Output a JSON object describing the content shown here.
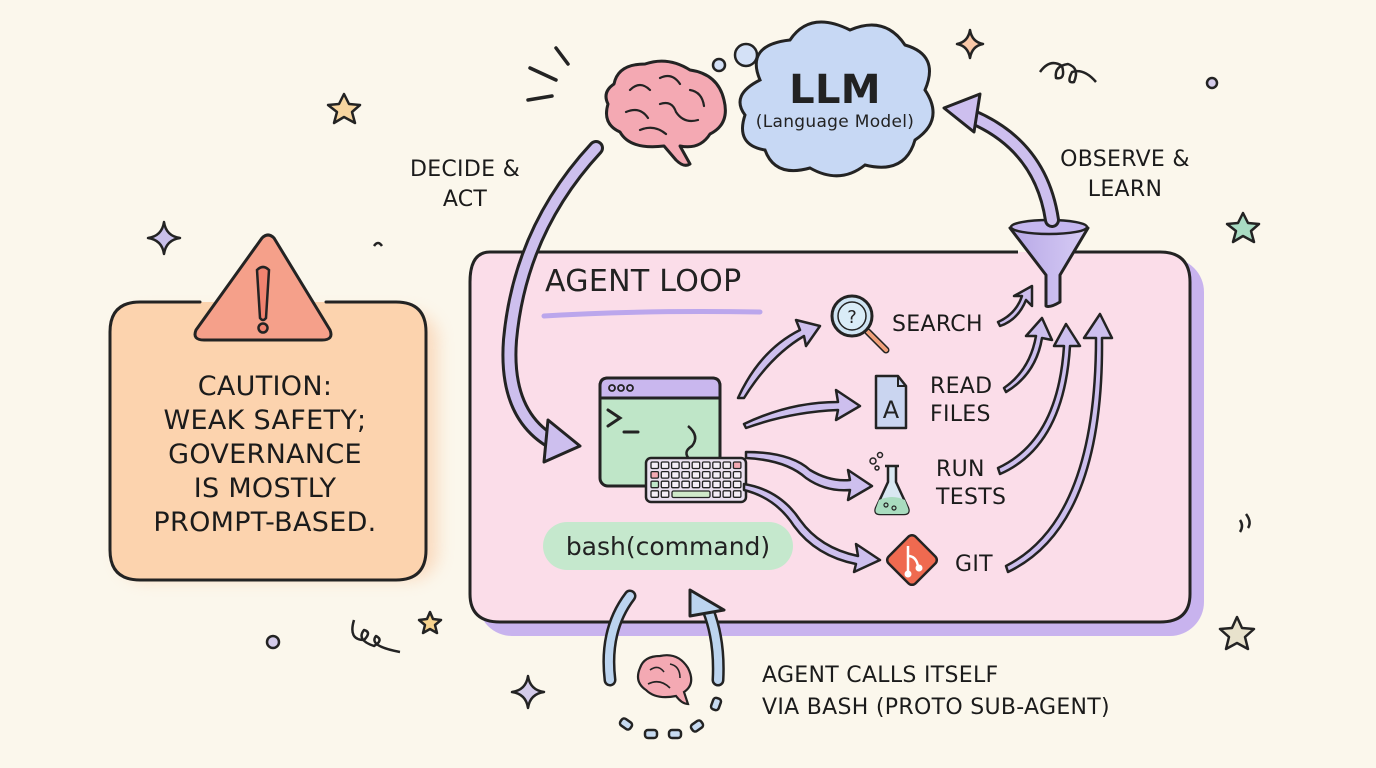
{
  "caution": {
    "lines": [
      "CAUTION:",
      "WEAK SAFETY;",
      "GOVERNANCE",
      "IS MOSTLY",
      "PROMPT-BASED."
    ],
    "icon": "warning-triangle-icon"
  },
  "llm": {
    "title": "LLM",
    "subtitle": "(Language Model)",
    "icon": "brain-icon"
  },
  "edges": {
    "decide": [
      "DECIDE &",
      "ACT"
    ],
    "observe": [
      "OBSERVE &",
      "LEARN"
    ]
  },
  "agent_loop": {
    "title": "AGENT LOOP",
    "bash_label": "bash(command)",
    "tools": [
      {
        "name": "search",
        "lines": [
          "SEARCH"
        ],
        "icon": "magnifier-icon"
      },
      {
        "name": "read-files",
        "lines": [
          "READ",
          "FILES"
        ],
        "icon": "document-icon"
      },
      {
        "name": "run-tests",
        "lines": [
          "RUN",
          "TESTS"
        ],
        "icon": "flask-icon"
      },
      {
        "name": "git",
        "lines": [
          "GIT"
        ],
        "icon": "git-icon"
      }
    ]
  },
  "self_call": {
    "lines": [
      "AGENT CALLS ITSELF",
      "VIA BASH (PROTO SUB-AGENT)"
    ]
  },
  "colors": {
    "background": "#fbf7ec",
    "loop_fill": "#fbdde9",
    "loop_shadow": "#cdb8ef",
    "caution_fill": "#fcd2ad",
    "warning_fill": "#f5a08a",
    "cloud_fill": "#c7d8f4",
    "arrow_fill": "#cdbfee",
    "terminal_fill": "#bfe6c8",
    "bash_pill": "#c5e8cd",
    "git_fill": "#ef6a50"
  }
}
